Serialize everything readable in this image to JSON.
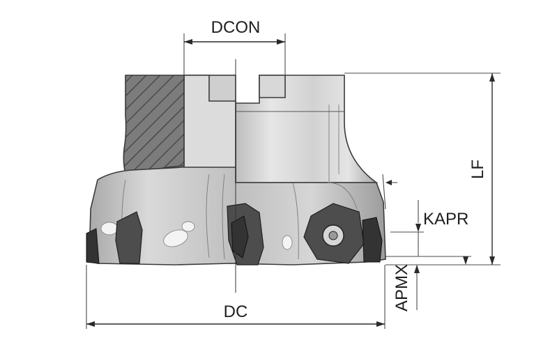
{
  "labels": {
    "dcon": "DCON",
    "dc": "DC",
    "lf": "LF",
    "kapr": "KAPR",
    "apmx": "APMX"
  },
  "colors": {
    "body_light": "#e0e0e0",
    "body_mid": "#c4c4c4",
    "body_dark": "#9a9a9a",
    "section_hatch": "#6d6d6d",
    "insert": "#4d4d4d",
    "line": "#2a2a2a"
  }
}
